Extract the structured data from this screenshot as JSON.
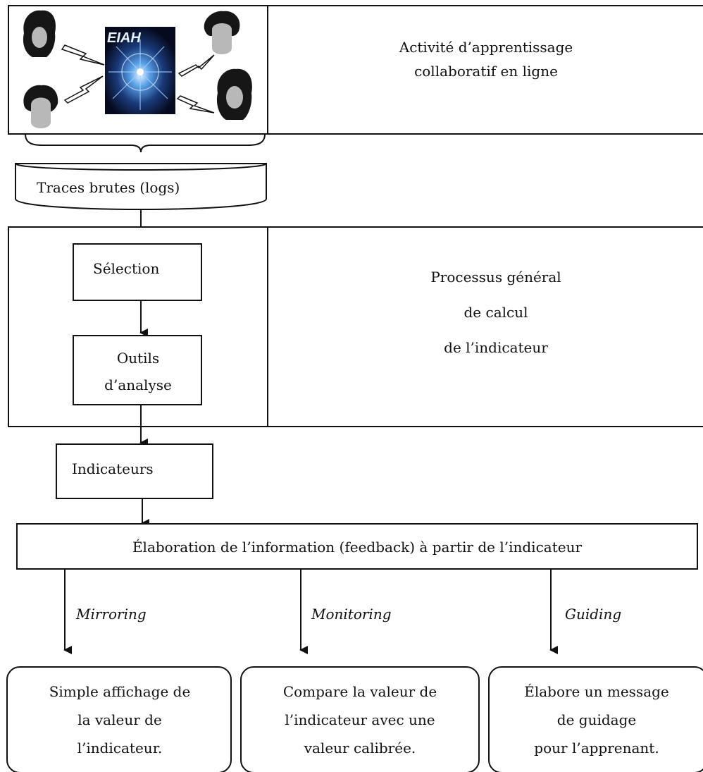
{
  "activity": {
    "logo_text": "EIAH",
    "label_line1": "Activité d’apprentissage",
    "label_line2": "collaboratif en ligne",
    "learner_icons": [
      "learner-icon",
      "learner-icon",
      "learner-icon",
      "learner-icon"
    ],
    "platform_icon": "eiah-platform-icon",
    "link_icon": "lightning-bolt-icon"
  },
  "traces": {
    "label": "Traces brutes (logs)"
  },
  "process": {
    "selection": "Sélection",
    "tools_line1": "Outils",
    "tools_line2": "d’analyse",
    "label_line1": "Processus général",
    "label_line2": "de calcul",
    "label_line3": "de l’indicateur"
  },
  "indicators": {
    "label": "Indicateurs"
  },
  "feedback": {
    "label": "Élaboration de l’information (feedback) à partir de l’indicateur"
  },
  "branches": [
    {
      "label": "Mirroring",
      "lines": [
        "Simple affichage de",
        "la valeur de",
        "l’indicateur."
      ]
    },
    {
      "label": "Monitoring",
      "lines": [
        "Compare la valeur de",
        "l’indicateur avec une",
        "valeur calibrée."
      ]
    },
    {
      "label": "Guiding",
      "lines": [
        "Élabore un message",
        "de guidage",
        "pour l’apprenant."
      ]
    }
  ],
  "colors": {
    "line": "#111111",
    "background": "#ffffff",
    "platform_bg": "#0a0f2a",
    "platform_glow": "#5aa0e6",
    "face": "#b8b8b8",
    "hair": "#161616"
  }
}
